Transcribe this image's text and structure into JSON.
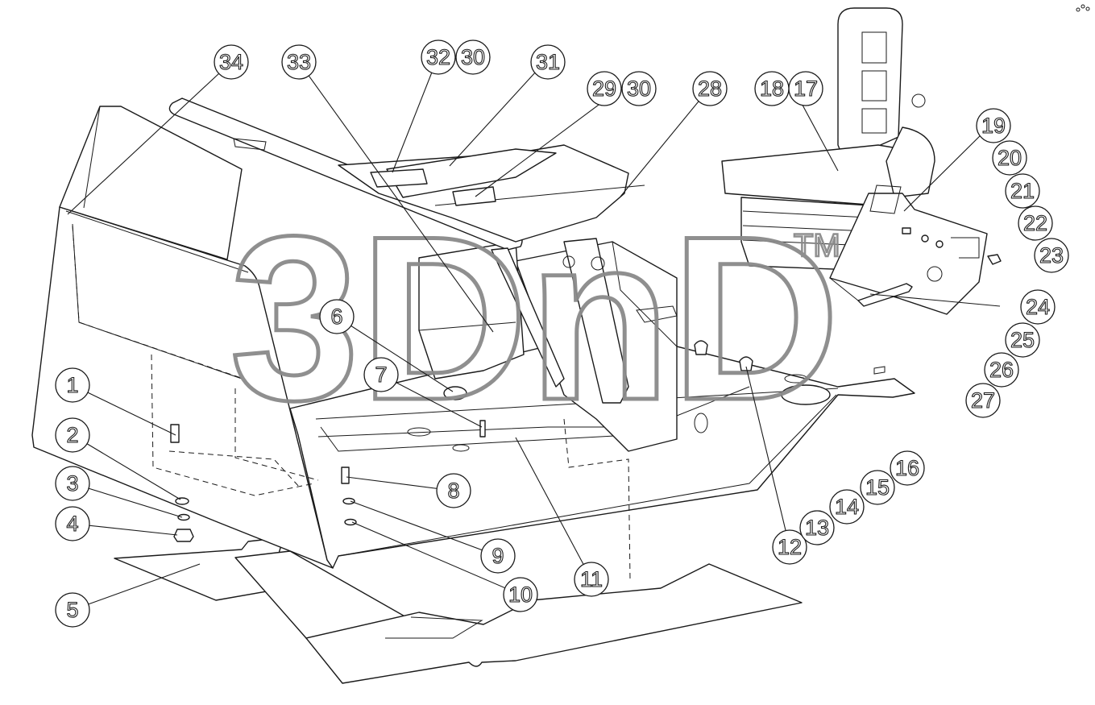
{
  "watermark": {
    "text": "3DnD",
    "trademark": "TM"
  },
  "callouts": [
    {
      "id": "1",
      "label": "1"
    },
    {
      "id": "2",
      "label": "2"
    },
    {
      "id": "3",
      "label": "3"
    },
    {
      "id": "4",
      "label": "4"
    },
    {
      "id": "5",
      "label": "5"
    },
    {
      "id": "6",
      "label": "6"
    },
    {
      "id": "7",
      "label": "7"
    },
    {
      "id": "8",
      "label": "8"
    },
    {
      "id": "9",
      "label": "9"
    },
    {
      "id": "10",
      "label": "10"
    },
    {
      "id": "11",
      "label": "11"
    },
    {
      "id": "12",
      "label": "12"
    },
    {
      "id": "13",
      "label": "13"
    },
    {
      "id": "14",
      "label": "14"
    },
    {
      "id": "15",
      "label": "15"
    },
    {
      "id": "16",
      "label": "16"
    },
    {
      "id": "17",
      "label": "17"
    },
    {
      "id": "18",
      "label": "18"
    },
    {
      "id": "19",
      "label": "19"
    },
    {
      "id": "20",
      "label": "20"
    },
    {
      "id": "21",
      "label": "21"
    },
    {
      "id": "22",
      "label": "22"
    },
    {
      "id": "23",
      "label": "23"
    },
    {
      "id": "24",
      "label": "24"
    },
    {
      "id": "25",
      "label": "25"
    },
    {
      "id": "26",
      "label": "26"
    },
    {
      "id": "27",
      "label": "27"
    },
    {
      "id": "28",
      "label": "28"
    },
    {
      "id": "29",
      "label": "29"
    },
    {
      "id": "30a",
      "label": "30"
    },
    {
      "id": "30b",
      "label": "30"
    },
    {
      "id": "31",
      "label": "31"
    },
    {
      "id": "32",
      "label": "32"
    },
    {
      "id": "33",
      "label": "33"
    },
    {
      "id": "34",
      "label": "34"
    }
  ]
}
